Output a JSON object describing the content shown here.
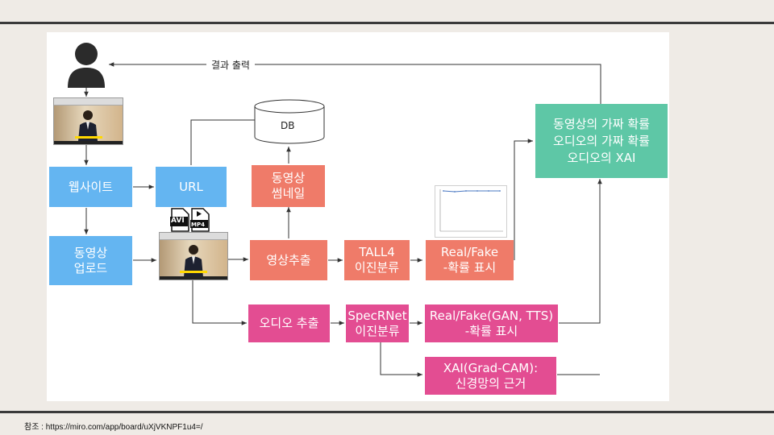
{
  "diagram": {
    "feedback_label": "결과 출력",
    "nodes": {
      "website": "웹사이트",
      "url": "URL",
      "upload": "동영상\n업로드",
      "db": "DB",
      "thumbnail": "동영상\n썸네일",
      "frame_extract": "영상추출",
      "tall4": "TALL4\n이진분류",
      "video_prob": "Real/Fake\n-확률 표시",
      "result": "동영상의 가짜 확률\n오디오의 가짜 확률\n오디오의 XAI",
      "audio_extract": "오디오 추출",
      "specrnet": "SpecRNet\n이진분류",
      "audio_prob": "Real/Fake(GAN, TTS)\n-확률 표시",
      "xai": "XAI(Grad-CAM):\n신경망의 근거"
    },
    "file_badges": [
      "AVI",
      "MP4"
    ]
  },
  "footnote": "참조 : https://miro.com/app/board/uXjVKNPF1u4=/",
  "colors": {
    "blue": "#64b5f1",
    "salmon": "#ef7b69",
    "pink": "#e34d92",
    "teal": "#5ec7a6"
  },
  "icons": [
    "user-icon",
    "database-icon",
    "avi-file-icon",
    "mp4-file-icon"
  ]
}
